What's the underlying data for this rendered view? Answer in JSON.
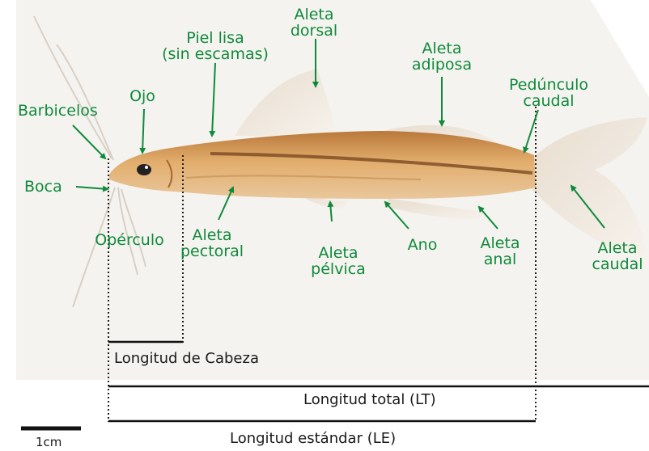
{
  "labels": {
    "barbicelos": "Barbicelos",
    "ojo": "Ojo",
    "boca": "Boca",
    "operculo": "Opérculo",
    "piel_1": "Piel lisa",
    "piel_2": "(sin escamas)",
    "aleta_dorsal_1": "Aleta",
    "aleta_dorsal_2": "dorsal",
    "aleta_adiposa_1": "Aleta",
    "aleta_adiposa_2": "adiposa",
    "peduncúlo_1": "Pedúnculo",
    "peduncúlo_2": "caudal",
    "aleta_pectoral_1": "Aleta",
    "aleta_pectoral_2": "pectoral",
    "aleta_pelvica_1": "Aleta",
    "aleta_pelvica_2": "pélvica",
    "ano": "Ano",
    "aleta_anal_1": "Aleta",
    "aleta_anal_2": "anal",
    "aleta_caudal_1": "Aleta",
    "aleta_caudal_2": "caudal"
  },
  "measurements": {
    "cabeza": "Longitud de Cabeza",
    "total": "Longitud total (LT)",
    "estandar": "Longitud estándar (LE)"
  },
  "scale_bar": "1cm",
  "colors": {
    "label_green": "#0f8a3a",
    "fish_body": "#d9a262",
    "fish_dark": "#a9652f",
    "lateral_stripe": "#7a4a22",
    "fin": "#ece6dc"
  }
}
